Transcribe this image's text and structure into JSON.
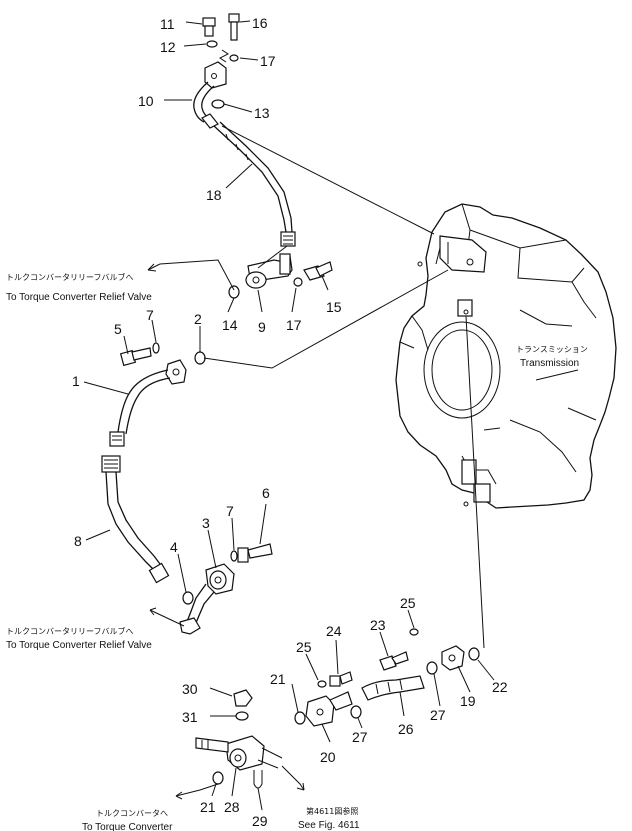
{
  "part_numbers": {
    "p1": "1",
    "p2": "2",
    "p3": "3",
    "p4": "4",
    "p5": "5",
    "p6": "6",
    "p7a": "7",
    "p7b": "7",
    "p8": "8",
    "p9": "9",
    "p10": "10",
    "p11": "11",
    "p12": "12",
    "p13": "13",
    "p14": "14",
    "p15": "15",
    "p16": "16",
    "p17a": "17",
    "p17b": "17",
    "p18": "18",
    "p19": "19",
    "p20": "20",
    "p21a": "21",
    "p21b": "21",
    "p22": "22",
    "p23": "23",
    "p24": "24",
    "p25a": "25",
    "p25b": "25",
    "p26": "26",
    "p27a": "27",
    "p27b": "27",
    "p28": "28",
    "p29": "29",
    "p30": "30",
    "p31": "31"
  },
  "labels": {
    "relief_valve_top_jp": "トルクコンバータリリーフバルブへ",
    "relief_valve_top_en": "To Torque Converter Relief Valve",
    "relief_valve_bottom_jp": "トルクコンバータリリーフバルブへ",
    "relief_valve_bottom_en": "To Torque Converter Relief Valve",
    "transmission_jp": "トランスミッション",
    "transmission_en": "Transmission",
    "torque_converter_jp": "トルクコンバータへ",
    "torque_converter_en": "To Torque Converter",
    "see_fig_jp": "第4611図参照",
    "see_fig_en": "See Fig. 4611"
  }
}
